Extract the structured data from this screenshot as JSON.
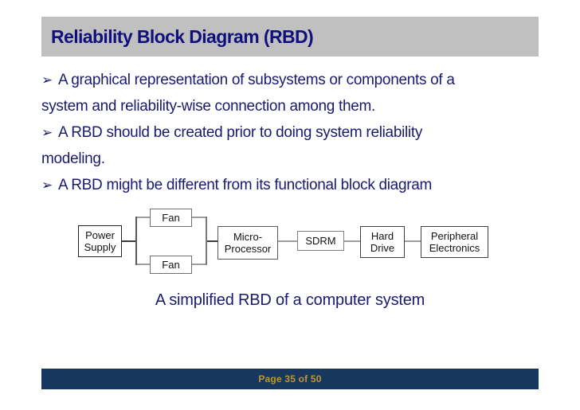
{
  "slide": {
    "title": "Reliability Block Diagram (RBD)",
    "bullet_marker": "➢",
    "bullets": [
      "A graphical representation of subsystems or components of a\nsystem and reliability-wise connection among them.",
      "A RBD should be created prior to doing system reliability\nmodeling.",
      "A RBD might be different from its functional block diagram"
    ],
    "caption": "A simplified RBD of a computer system",
    "footer": {
      "page_label": "Page 35 of 50"
    }
  },
  "diagram": {
    "type": "reliability-block-diagram",
    "blocks": {
      "power_supply": "Power\nSupply",
      "fan_top": "Fan",
      "fan_bottom": "Fan",
      "micro_processor": "Micro-\nProcessor",
      "sdrm": "SDRM",
      "hard_drive": "Hard\nDrive",
      "peripheral_electronics": "Peripheral\nElectronics"
    },
    "structure": "Power Supply -> (Fan || Fan) -> Micro-Processor -> SDRM -> Hard Drive -> Peripheral Electronics"
  },
  "colors": {
    "title_bar_bg": "#c0c0c0",
    "title_text": "#0f0f7d",
    "body_text": "#1a1a70",
    "footer_bar_bg": "#17375e",
    "footer_text": "#bf9633",
    "connector_gray": "#9e9e9e",
    "block_border": "#404040",
    "background": "#ffffff"
  }
}
